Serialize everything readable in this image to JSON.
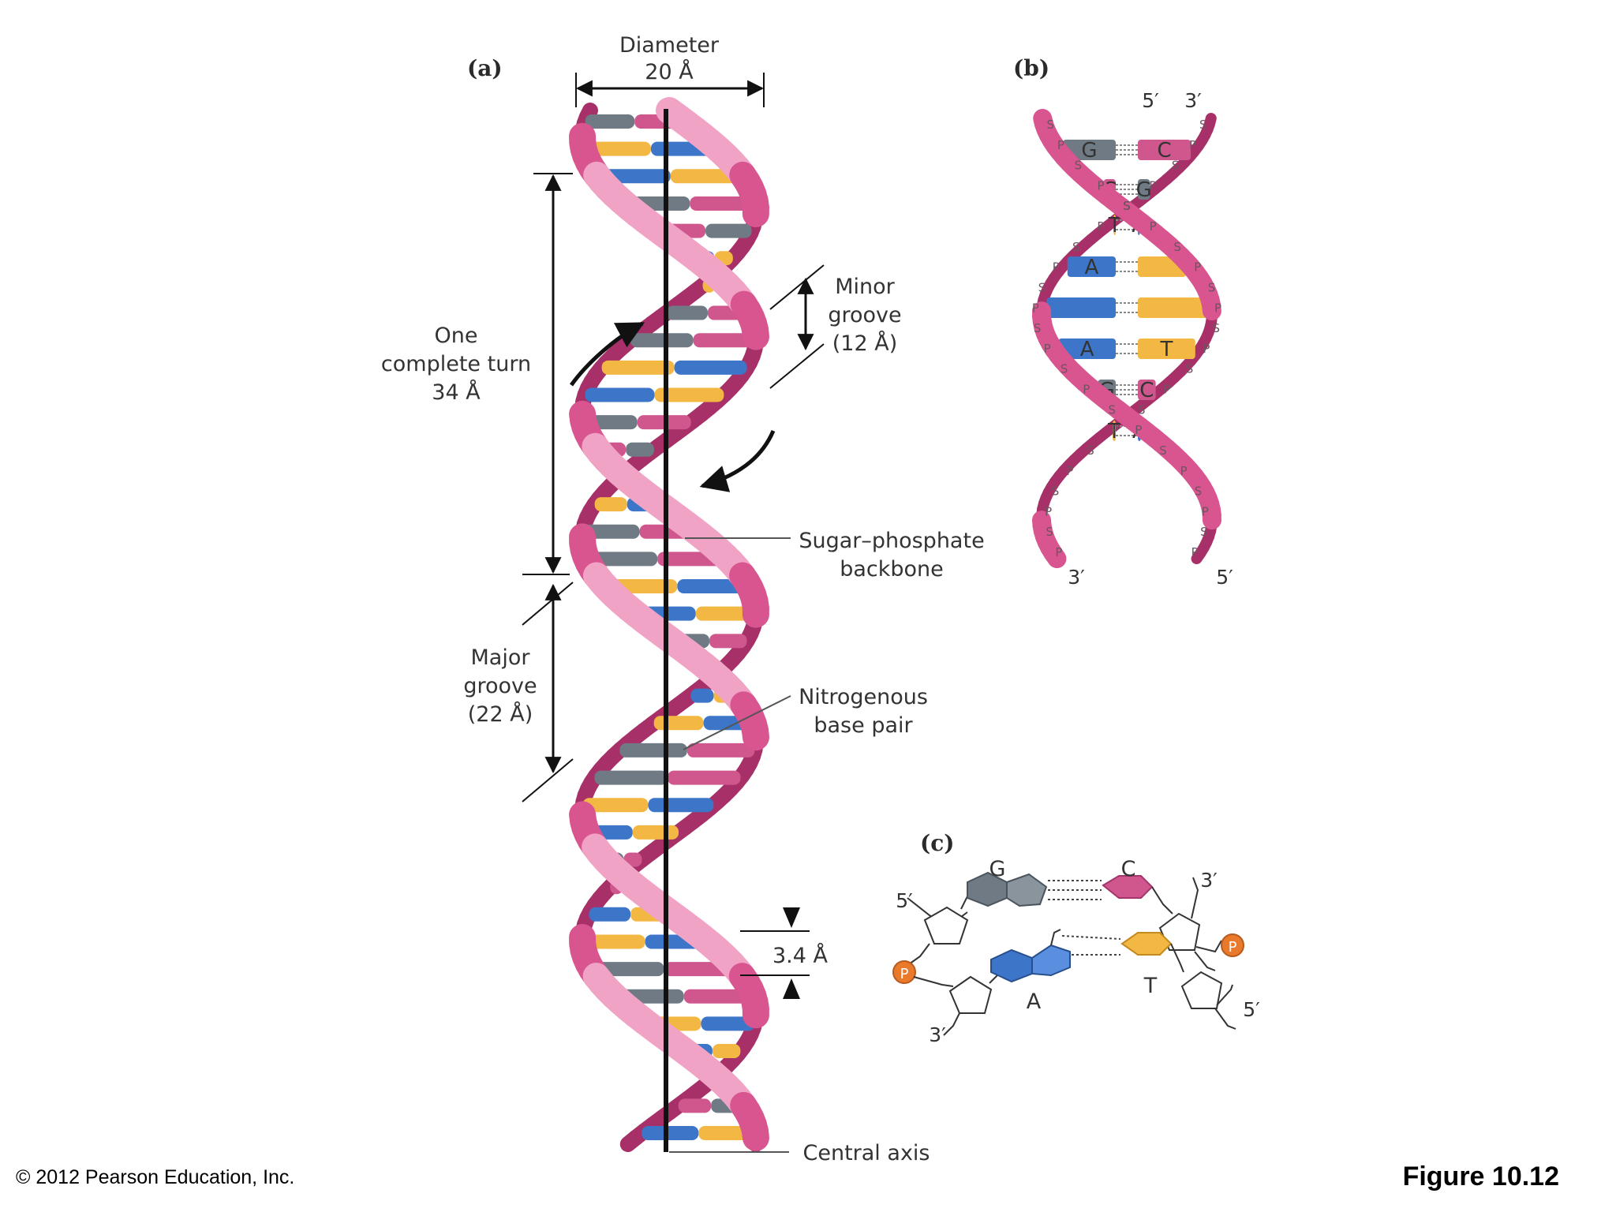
{
  "panels": {
    "a": "(a)",
    "b": "(b)",
    "c": "(c)"
  },
  "panel_a": {
    "diameter": [
      "Diameter",
      "20 Å"
    ],
    "turn": [
      "One",
      "complete turn",
      "34 Å"
    ],
    "minor_groove": [
      "Minor",
      "groove",
      "(12 Å)"
    ],
    "major_groove": [
      "Major",
      "groove",
      "(22 Å)"
    ],
    "backbone": [
      "Sugar–phosphate",
      "backbone"
    ],
    "base_pair": [
      "Nitrogenous",
      "base pair"
    ],
    "rise": "3.4 Å",
    "axis": "Central axis"
  },
  "panel_b": {
    "top_5": "5′",
    "top_3": "3′",
    "bottom_3": "3′",
    "bottom_5": "5′",
    "pairs": [
      [
        "G",
        "C"
      ],
      [
        "C",
        "G"
      ],
      [
        "T",
        "A"
      ],
      [
        "A",
        ""
      ],
      [
        "",
        ""
      ],
      [
        "A",
        "T"
      ],
      [
        "G",
        "C"
      ],
      [
        "T",
        "A"
      ]
    ],
    "sugar": "S",
    "phosphate": "P"
  },
  "panel_c": {
    "G": "G",
    "C": "C",
    "A": "A",
    "T": "T",
    "five_left": "5′",
    "three_right": "3′",
    "three_left": "3′",
    "five_right": "5′",
    "phosphate": "P"
  },
  "footer": {
    "copyright": "© 2012 Pearson Education, Inc.",
    "figure": "Figure 10.12"
  },
  "colors": {
    "strand": "#d8558f",
    "strand_light": "#f1a3c6",
    "strand_dark": "#a83068",
    "G": "#6f7a85",
    "C": "#d0578d",
    "A": "#3d76c9",
    "T": "#f3b743",
    "phosphate": "#e9792b"
  }
}
